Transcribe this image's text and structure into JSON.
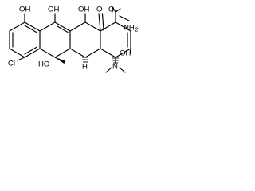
{
  "structure": {
    "atom_labels": {
      "oh_top_left": "OH",
      "oh_top_center": "OH",
      "oh_top_right": "OH",
      "oxo_top": "O",
      "oxo_top_right": "O",
      "amide": "NH",
      "amide_subscript": "2",
      "oh_right": "OH",
      "cl": "Cl",
      "ho_bottom": "HO",
      "ho_bottom_h": "H",
      "n_bottom": "N"
    },
    "colors": {
      "ink": "#000000",
      "background": "#ffffff"
    }
  }
}
